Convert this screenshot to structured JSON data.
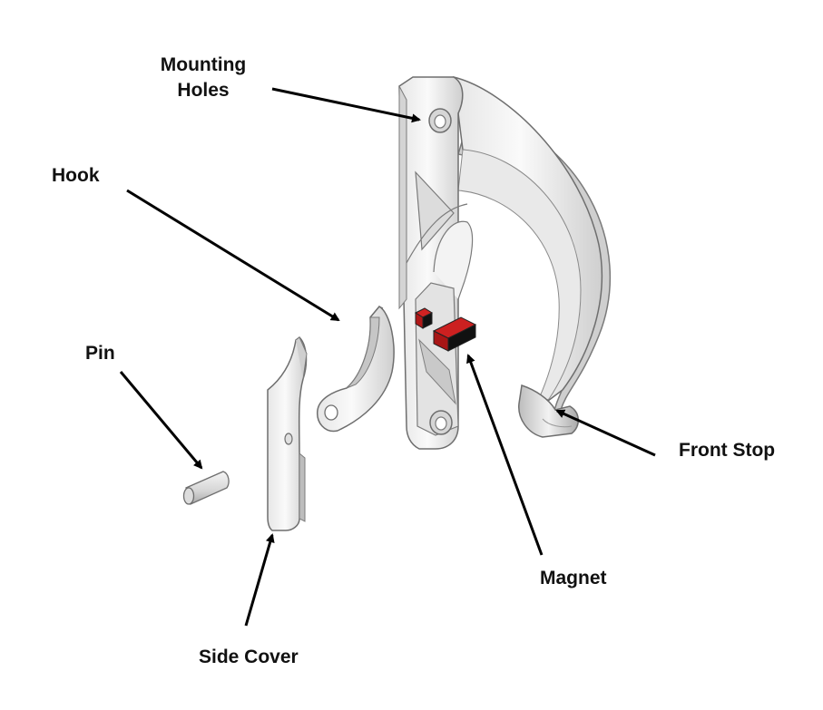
{
  "labels": {
    "mounting_holes_line1": "Mounting",
    "mounting_holes_line2": "Holes",
    "hook": "Hook",
    "pin": "Pin",
    "side_cover": "Side Cover",
    "magnet": "Magnet",
    "front_stop": "Front Stop"
  },
  "colors": {
    "metal_light": "#f4f4f4",
    "metal_mid": "#d8d8d8",
    "metal_dark": "#9a9a9a",
    "outline": "#6e6e6e",
    "magnet_red": "#b01818",
    "magnet_black": "#111111",
    "arrow": "#000000",
    "background": "#ffffff"
  }
}
